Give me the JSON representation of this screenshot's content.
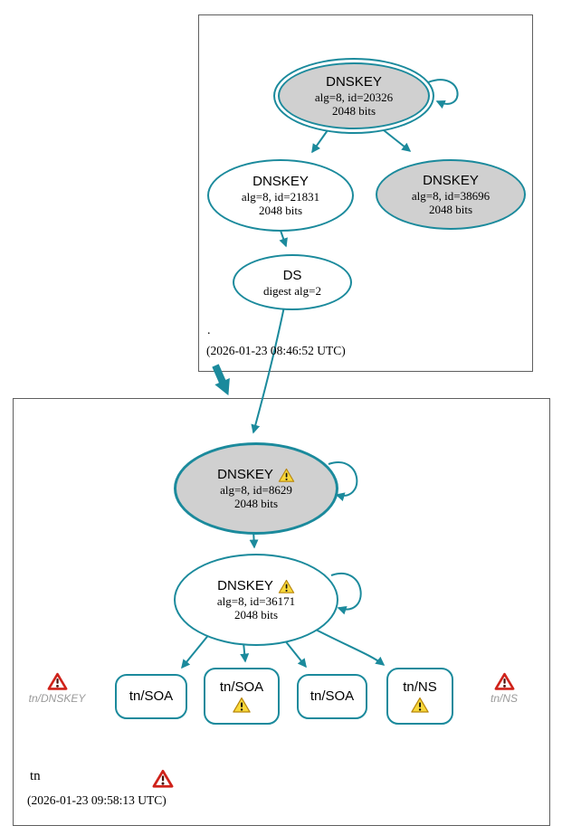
{
  "colors": {
    "accent_teal": "#1b8a9c",
    "node_fill_gray": "#d0d0d0",
    "node_fill_white": "#ffffff",
    "cluster_border": "#5f5f5f",
    "warning_yellow": "#f8d83a",
    "error_red": "#cf221a",
    "muted_text": "#9a9a9a"
  },
  "icons": {
    "warning": "yellow-triangle-exclamation",
    "error": "red-triangle-exclamation"
  },
  "root": {
    "label": ".",
    "timestamp": "(2026-01-23 08:46:52 UTC)",
    "ksk": {
      "title": "DNSKEY",
      "alg": "alg=8, id=20326",
      "bits": "2048 bits"
    },
    "zsk1": {
      "title": "DNSKEY",
      "alg": "alg=8, id=21831",
      "bits": "2048 bits"
    },
    "zsk2": {
      "title": "DNSKEY",
      "alg": "alg=8, id=38696",
      "bits": "2048 bits"
    },
    "ds": {
      "title": "DS",
      "digest": "digest alg=2"
    }
  },
  "tn": {
    "label": "tn",
    "timestamp": "(2026-01-23 09:58:13 UTC)",
    "ksk": {
      "title": "DNSKEY",
      "alg": "alg=8, id=8629",
      "bits": "2048 bits"
    },
    "zsk": {
      "title": "DNSKEY",
      "alg": "alg=8, id=36171",
      "bits": "2048 bits"
    },
    "soa1": {
      "label": "tn/SOA"
    },
    "soa2": {
      "label": "tn/SOA"
    },
    "soa3": {
      "label": "tn/SOA"
    },
    "ns": {
      "label": "tn/NS"
    },
    "missing_dnskey": {
      "label": "tn/DNSKEY"
    },
    "missing_ns": {
      "label": "tn/NS"
    }
  }
}
